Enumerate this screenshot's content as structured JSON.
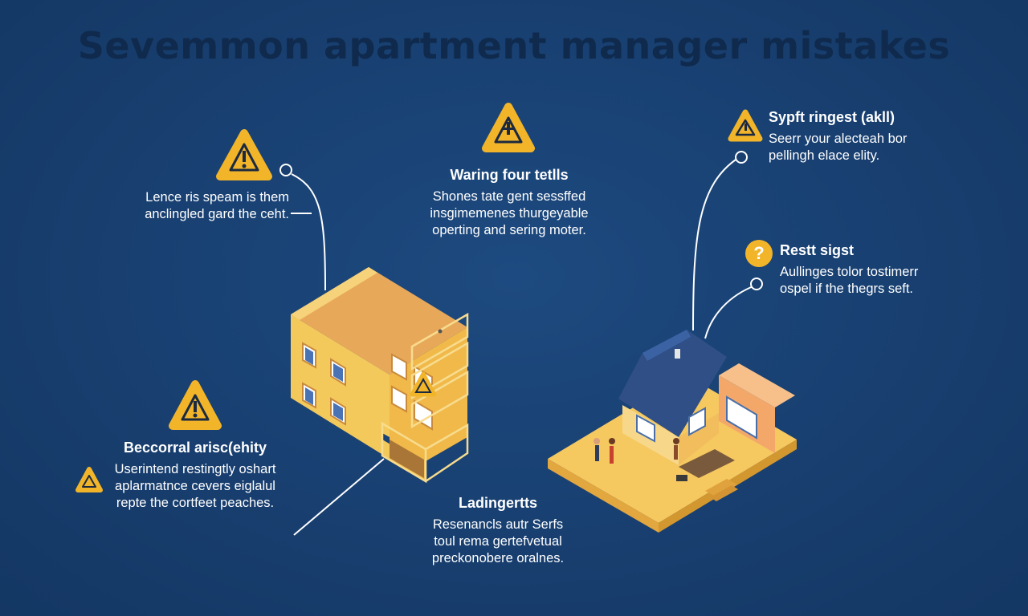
{
  "title": "Sevemmon apartment manager mistakes",
  "callouts": [
    {
      "heading": "",
      "lines": [
        "Lence ris speam is them",
        "anclingled gard the ceht."
      ]
    },
    {
      "heading": "Waring four tetlls",
      "lines": [
        "Shones tate gent sessffed",
        "insgimemenes thurgeyable",
        "operting and sering moter."
      ]
    },
    {
      "heading": "Sypft ringest (akll)",
      "lines": [
        "Seerr your alecteah bor",
        "pellingh elace elity."
      ]
    },
    {
      "heading": "Restt sigst",
      "lines": [
        "Aullinges tolor tostimerr",
        "ospel if the thegrs seft."
      ]
    },
    {
      "heading": "Beccorral arisc(ehity",
      "lines": [
        "Userintend restingtly oshart",
        "aplarmatnce cevers eiglalul",
        "repte the cortfeet peaches."
      ]
    },
    {
      "heading": "Ladingertts",
      "lines": [
        "Resenancls autr Serfs",
        "toul rema gertefvetual",
        "preckonobere oralnes."
      ]
    }
  ],
  "colors": {
    "background": "#183f70",
    "warning": "#f2b52a",
    "building_wall": "#f4c95c",
    "building_roof": "#e6a458",
    "house_roof": "#2f4f86"
  },
  "icons": [
    "warning-icon",
    "question-icon",
    "apartment-building-icon",
    "house-icon"
  ]
}
